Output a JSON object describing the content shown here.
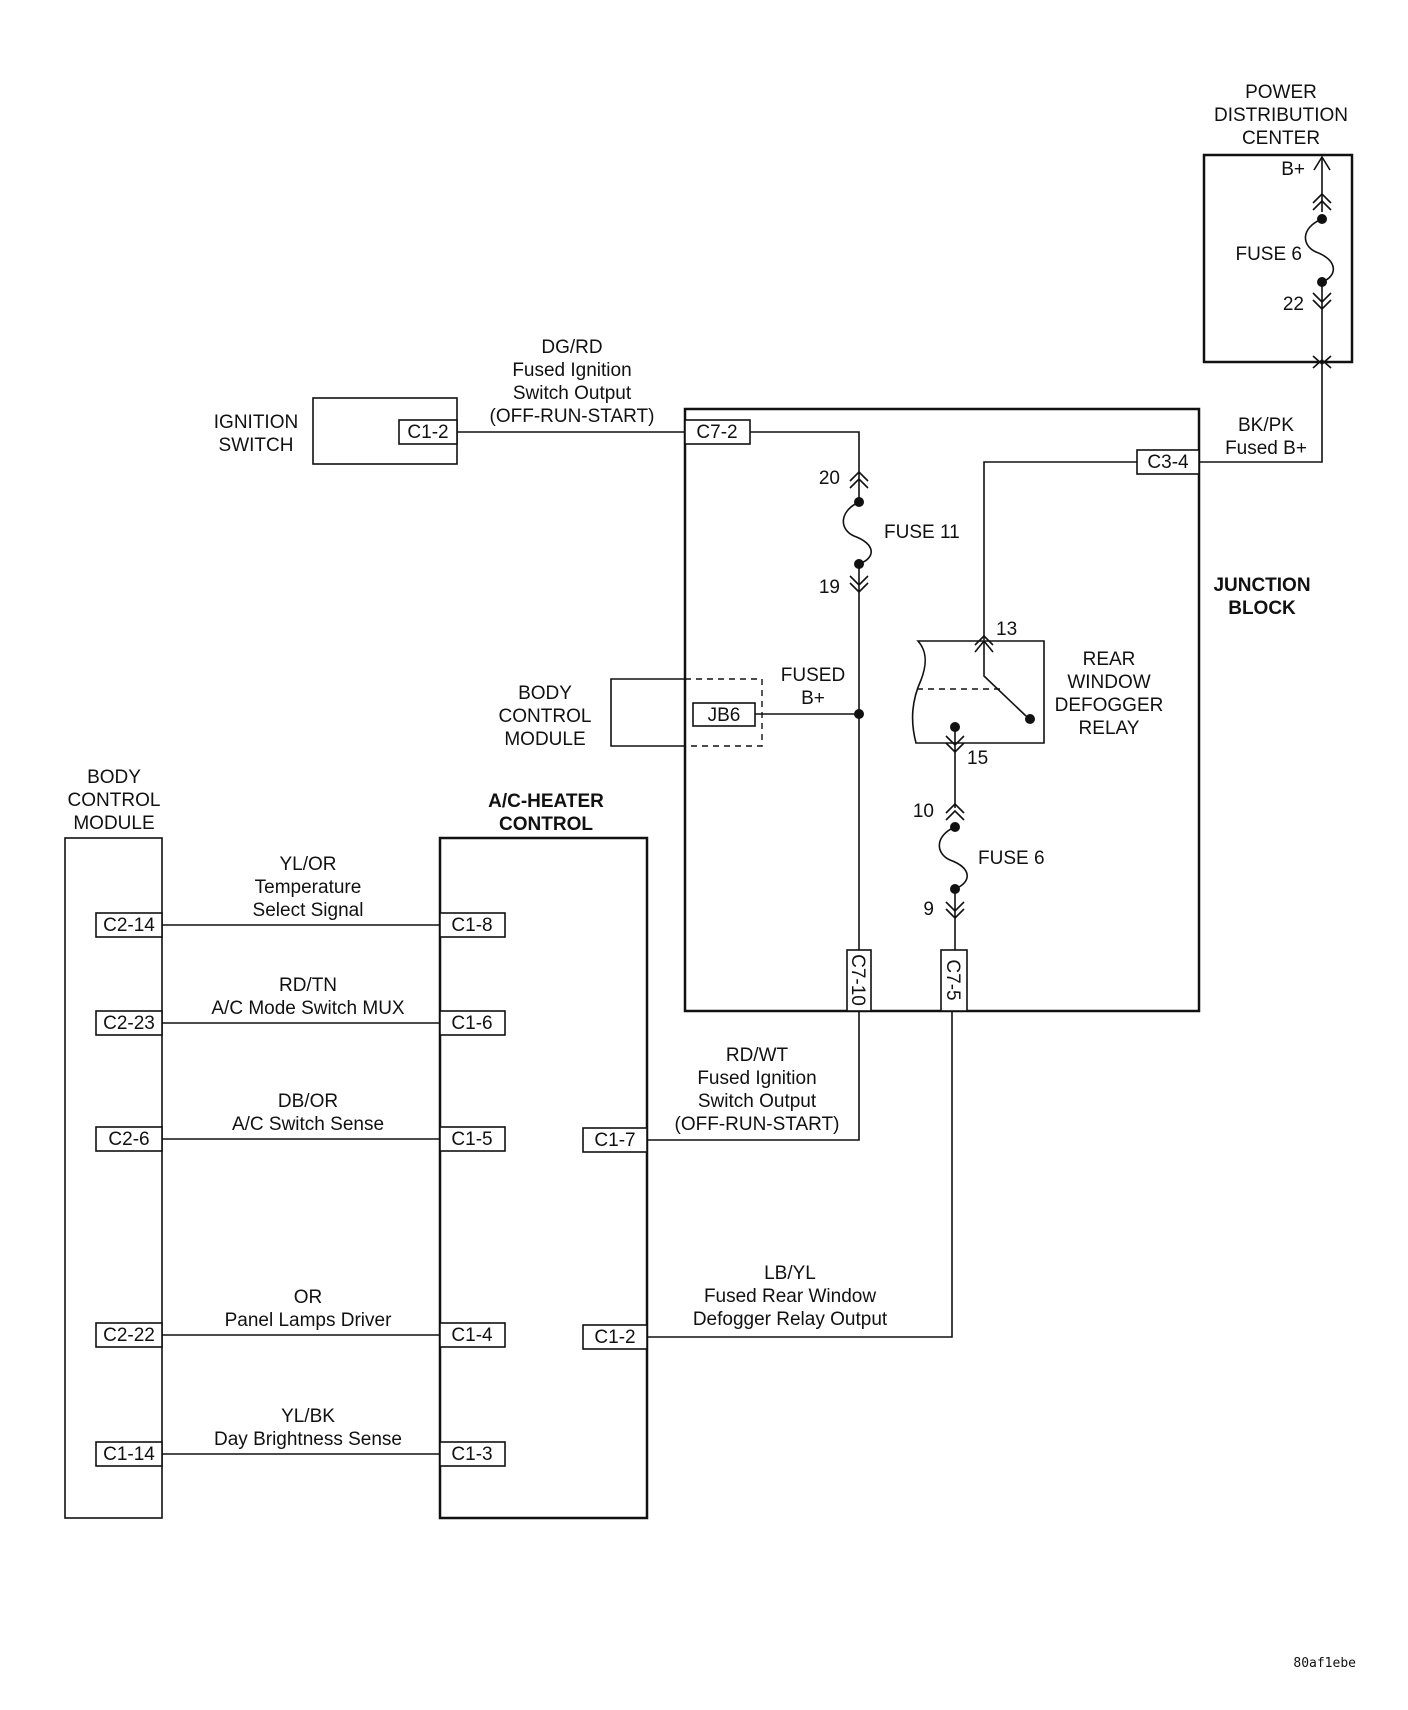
{
  "diagram": {
    "image_id_label": "80af1ebe",
    "components": {
      "pdc": {
        "title": [
          "POWER",
          "DISTRIBUTION",
          "CENTER"
        ],
        "b_plus": "B+",
        "fuse": "FUSE 6",
        "pin_out": "22"
      },
      "ignition_switch": {
        "title": [
          "IGNITION",
          "SWITCH"
        ],
        "connector": "C1-2"
      },
      "junction_block": {
        "title": [
          "JUNCTION",
          "BLOCK"
        ],
        "connector_in": "C7-2",
        "connector_bplus": "C3-4",
        "connector_c7_10": "C7-10",
        "connector_c7_5": "C7-5",
        "fuse11": {
          "label": "FUSE 11",
          "pin_in": "20",
          "pin_out": "19"
        },
        "fused_bplus": [
          "FUSED",
          "B+"
        ],
        "jb6": "JB6",
        "relay": {
          "title": [
            "REAR",
            "WINDOW",
            "DEFOGGER",
            "RELAY"
          ],
          "pin_in": "13",
          "pin_out": "15"
        },
        "fuse6": {
          "label": "FUSE 6",
          "pin_in": "10",
          "pin_out": "9"
        }
      },
      "bcm_top": {
        "title": [
          "BODY",
          "CONTROL",
          "MODULE"
        ]
      },
      "bcm_left": {
        "title": [
          "BODY",
          "CONTROL",
          "MODULE"
        ]
      },
      "ac_heater": {
        "title": [
          "A/C-HEATER",
          "CONTROL"
        ]
      }
    },
    "wires": {
      "dg_rd": [
        "DG/RD",
        "Fused Ignition",
        "Switch Output",
        "(OFF-RUN-START)"
      ],
      "bk_pk": [
        "BK/PK",
        "Fused B+"
      ],
      "rd_wt": [
        "RD/WT",
        "Fused Ignition",
        "Switch Output",
        "(OFF-RUN-START)"
      ],
      "lb_yl": [
        "LB/YL",
        "Fused Rear Window",
        "Defogger Relay Output"
      ]
    },
    "bcm_circuits": [
      {
        "bcm_pin": "C2-14",
        "ac_pin": "C1-8",
        "color": "YL/OR",
        "lines": [
          "Temperature",
          "Select Signal"
        ]
      },
      {
        "bcm_pin": "C2-23",
        "ac_pin": "C1-6",
        "color": "RD/TN",
        "lines": [
          "A/C Mode Switch MUX"
        ]
      },
      {
        "bcm_pin": "C2-6",
        "ac_pin": "C1-5",
        "color": "DB/OR",
        "lines": [
          "A/C Switch Sense"
        ]
      },
      {
        "bcm_pin": "C2-22",
        "ac_pin": "C1-4",
        "color": "OR",
        "lines": [
          "Panel Lamps Driver"
        ]
      },
      {
        "bcm_pin": "C1-14",
        "ac_pin": "C1-3",
        "color": "YL/BK",
        "lines": [
          "Day Brightness Sense"
        ]
      }
    ],
    "ac_right_pins": {
      "c1_7": "C1-7",
      "c1_2": "C1-2"
    }
  }
}
